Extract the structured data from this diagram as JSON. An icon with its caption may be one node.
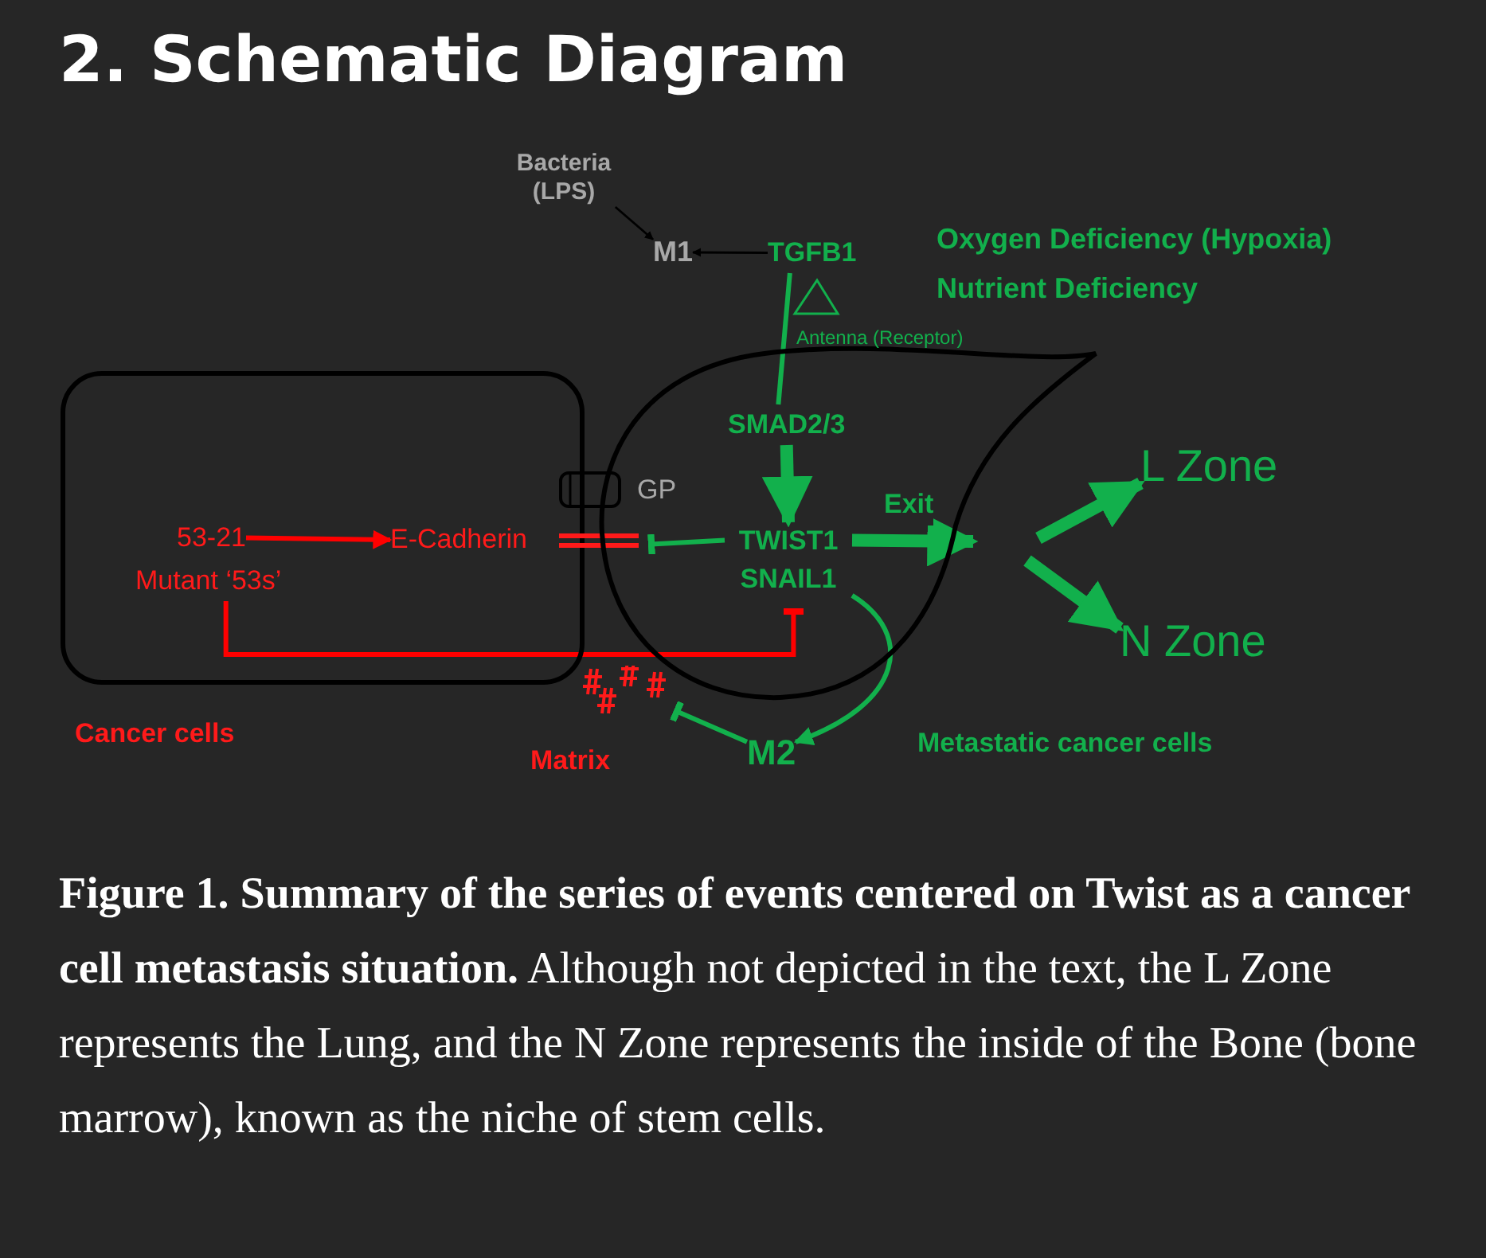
{
  "diagram": {
    "title": "2. Schematic Diagram",
    "caption": "**Figure 1. Summary of the series of events centered on Twist as a cancer cell metastasis situation.** Although not depicted in the text, the L Zone represents the Lung, and the N Zone represents the inside of the Bone (bone marrow), known as the niche of stem cells.",
    "nodes": [
      {
        "text": [],
        "shape": "box",
        "beside": [
          "Cancer cells"
        ]
      },
      {
        "text": [],
        "shape": "cell",
        "beside": [
          "Metastatic cancer cells"
        ]
      },
      {
        "text": [
          "53-21"
        ],
        "in": 0
      },
      {
        "text": [
          "Mutant ‘53s’"
        ],
        "in": 0
      },
      {
        "text": [
          "E-Cadherin"
        ],
        "in": 0
      },
      {
        "text": [
          "Bacteria (LPS)"
        ]
      },
      {
        "text": [
          "M1"
        ]
      },
      {
        "text": [
          "TGFB1"
        ]
      },
      {
        "text": [
          "SMAD2/3"
        ],
        "in": 1
      },
      {
        "text": [
          "TWIST1 SNAIL1"
        ],
        "in": 1
      },
      {
        "text": [
          "M2"
        ]
      },
      {
        "text": [
          "Matrix"
        ]
      },
      {
        "text": [
          "L Zone"
        ]
      },
      {
        "text": [
          "N Zone"
        ]
      }
    ],
    "edges": [
      {
        "from": 2,
        "to": 4,
        "arrow": "to",
        "color": "#ff0000"
      },
      {
        "from": 9,
        "to": 4,
        "arrow": "other"
      },
      {
        "from": 3,
        "to": 9,
        "arrow": "other",
        "color": "#ff0000"
      },
      {
        "from": 5,
        "to": 6,
        "arrow": "to",
        "color": "#000000"
      },
      {
        "from": 7,
        "to": 6,
        "arrow": "to",
        "color": "#000000"
      },
      {
        "from": 7,
        "to": 8,
        "arrow": "none"
      },
      {
        "from": 8,
        "to": 9,
        "arrow": "to",
        "style": "thick"
      },
      {
        "from": 9,
        "to": 10,
        "arrow": "to"
      },
      {
        "from": 10,
        "to": 11,
        "arrow": "other"
      },
      {
        "from": 9,
        "to": null,
        "arrow": "to",
        "label": "Exit",
        "style": "thick"
      },
      {
        "from": null,
        "to": 12,
        "arrow": "to",
        "style": "thick"
      },
      {
        "from": null,
        "to": 13,
        "arrow": "to",
        "style": "thick"
      }
    ],
    "labels": [
      "GP",
      "Antenna (Receptor)",
      "Oxygen Deficiency (Hypoxia)",
      "Nutrient Deficiency"
    ]
  }
}
